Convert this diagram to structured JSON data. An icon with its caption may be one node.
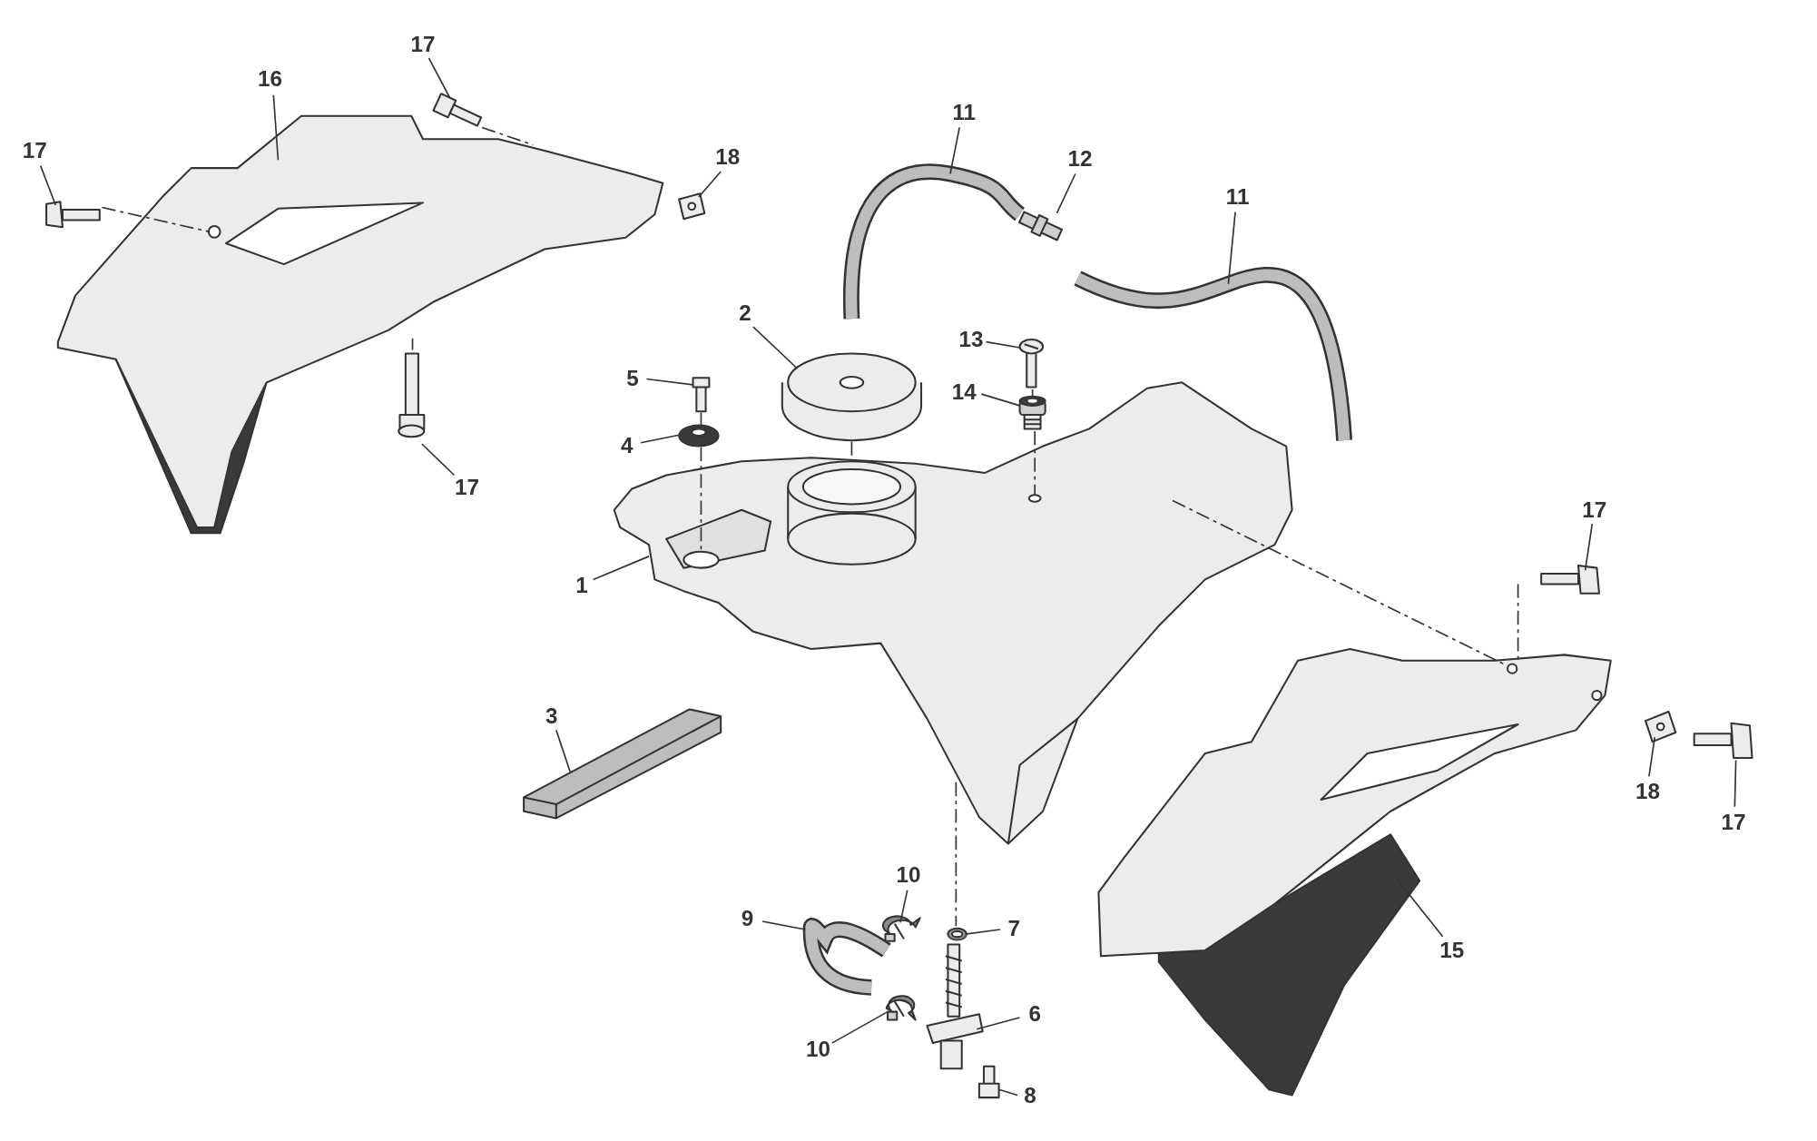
{
  "diagram": {
    "nodes": [
      {
        "text": [
          "17"
        ]
      },
      {
        "text": [],
        "shape": "picture"
      },
      {
        "text": [
          "16"
        ]
      },
      {
        "text": [],
        "shape": "picture"
      },
      {
        "text": [
          "11"
        ]
      },
      {
        "text": [],
        "shape": "picture"
      },
      {
        "text": [
          "17"
        ]
      },
      {
        "text": [],
        "shape": "picture"
      },
      {
        "text": [
          "18"
        ]
      },
      {
        "text": [],
        "shape": "picture"
      },
      {
        "text": [
          "12"
        ]
      },
      {
        "text": [],
        "shape": "picture"
      },
      {
        "text": [
          "11"
        ]
      },
      {
        "text": [],
        "shape": "picture"
      },
      {
        "text": [
          "2"
        ]
      },
      {
        "text": [],
        "shape": "picture"
      },
      {
        "text": [
          "13"
        ]
      },
      {
        "text": [],
        "shape": "picture"
      },
      {
        "text": [
          "5"
        ]
      },
      {
        "text": [],
        "shape": "picture"
      },
      {
        "text": [
          "14"
        ]
      },
      {
        "text": [],
        "shape": "picture"
      },
      {
        "text": [
          "4"
        ]
      },
      {
        "text": [],
        "shape": "picture"
      },
      {
        "text": [
          "17"
        ]
      },
      {
        "text": [],
        "shape": "picture"
      },
      {
        "text": [
          "17"
        ]
      },
      {
        "text": [],
        "shape": "picture"
      },
      {
        "text": [
          "1"
        ]
      },
      {
        "text": [],
        "shape": "picture"
      },
      {
        "text": [
          "3"
        ]
      },
      {
        "text": [],
        "shape": "picture"
      },
      {
        "text": [
          "18"
        ]
      },
      {
        "text": [],
        "shape": "picture"
      },
      {
        "text": [
          "17"
        ]
      },
      {
        "text": [],
        "shape": "picture"
      },
      {
        "text": [
          "10"
        ]
      },
      {
        "text": [],
        "shape": "picture"
      },
      {
        "text": [
          "9"
        ]
      },
      {
        "text": [],
        "shape": "picture"
      },
      {
        "text": [
          "7"
        ]
      },
      {
        "text": [],
        "shape": "picture"
      },
      {
        "text": [
          "15"
        ]
      },
      {
        "text": [],
        "shape": "picture"
      },
      {
        "text": [
          "6"
        ]
      },
      {
        "text": [],
        "shape": "picture"
      },
      {
        "text": [
          "10"
        ]
      },
      {
        "text": [],
        "shape": "picture"
      },
      {
        "text": [
          "8"
        ]
      },
      {
        "text": [],
        "shape": "picture"
      }
    ],
    "edges": [
      {
        "from": 0,
        "to": 1,
        "arrow": "none"
      },
      {
        "from": 2,
        "to": 3,
        "arrow": "none"
      },
      {
        "from": 4,
        "to": 5,
        "arrow": "none"
      },
      {
        "from": 6,
        "to": 7,
        "arrow": "none"
      },
      {
        "from": 8,
        "to": 9,
        "arrow": "none"
      },
      {
        "from": 10,
        "to": 11,
        "arrow": "none"
      },
      {
        "from": 12,
        "to": 13,
        "arrow": "none"
      },
      {
        "from": 14,
        "to": 15,
        "arrow": "none"
      },
      {
        "from": 16,
        "to": 17,
        "arrow": "none"
      },
      {
        "from": 18,
        "to": 19,
        "arrow": "none"
      },
      {
        "from": 20,
        "to": 21,
        "arrow": "none"
      },
      {
        "from": 22,
        "to": 23,
        "arrow": "none"
      },
      {
        "from": 24,
        "to": 25,
        "arrow": "none"
      },
      {
        "from": 26,
        "to": 27,
        "arrow": "none"
      },
      {
        "from": 28,
        "to": 29,
        "arrow": "none"
      },
      {
        "from": 30,
        "to": 31,
        "arrow": "none"
      },
      {
        "from": 32,
        "to": 33,
        "arrow": "none"
      },
      {
        "from": 34,
        "to": 35,
        "arrow": "none"
      },
      {
        "from": 36,
        "to": 37,
        "arrow": "none"
      },
      {
        "from": 38,
        "to": 39,
        "arrow": "none"
      },
      {
        "from": 40,
        "to": 41,
        "arrow": "none"
      },
      {
        "from": 42,
        "to": 43,
        "arrow": "none"
      },
      {
        "from": 44,
        "to": 45,
        "arrow": "none"
      },
      {
        "from": 46,
        "to": 47,
        "arrow": "none"
      },
      {
        "from": 48,
        "to": 49,
        "arrow": "none"
      },
      {
        "from": 7,
        "to": 3,
        "arrow": "none",
        "style": "dashed"
      },
      {
        "from": 1,
        "to": 3,
        "arrow": "none",
        "style": "dashed"
      },
      {
        "from": 25,
        "to": 3,
        "arrow": "none",
        "style": "dashed"
      },
      {
        "from": 19,
        "to": 23,
        "arrow": "none",
        "style": "dashed"
      },
      {
        "from": 23,
        "to": 29,
        "arrow": "none",
        "style": "dashed"
      },
      {
        "from": 15,
        "to": 29,
        "arrow": "none",
        "style": "dashed"
      },
      {
        "from": 17,
        "to": 21,
        "arrow": "none",
        "style": "dashed"
      },
      {
        "from": 21,
        "to": 29,
        "arrow": "none",
        "style": "dashed"
      },
      {
        "from": 29,
        "to": 43,
        "arrow": "none",
        "style": "dashed"
      },
      {
        "from": 27,
        "to": 43,
        "arrow": "none",
        "style": "dashed"
      },
      {
        "from": 29,
        "to": 41,
        "arrow": "none",
        "style": "dashed"
      }
    ]
  }
}
